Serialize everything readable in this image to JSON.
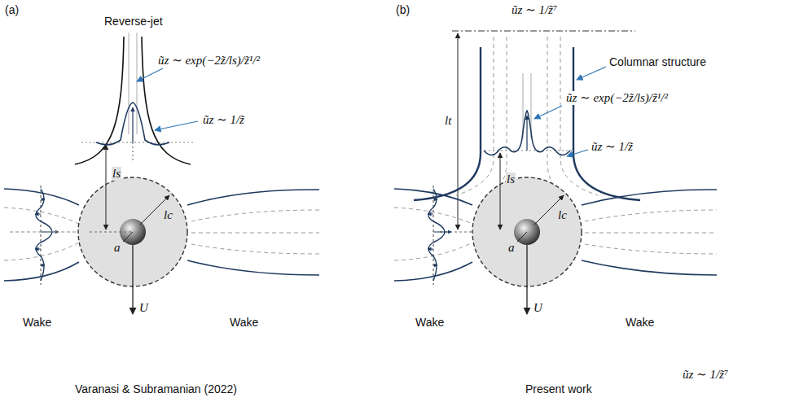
{
  "diagram": {
    "labels": [
      "(a)",
      "Reverse-jet",
      "ũz ∼ exp(−2z̃/ls)/z̃¹/²",
      "ũz ∼ 1/z̃",
      "ls",
      "lc",
      "a",
      "U",
      "Wake",
      "Wake",
      "Varanasi & Subramanian (2022)",
      "(b)",
      "ũz ∼ 1/z̃⁷",
      "Columnar structure",
      "lt",
      "ũz ∼ exp(−2z̃/ls)/z̃¹/²",
      "ũz ∼ 1/z̃",
      "ls",
      "lc",
      "a",
      "U",
      "Wake",
      "Wake",
      "ũz ∼ 1/z̃⁷",
      "Present work"
    ]
  }
}
